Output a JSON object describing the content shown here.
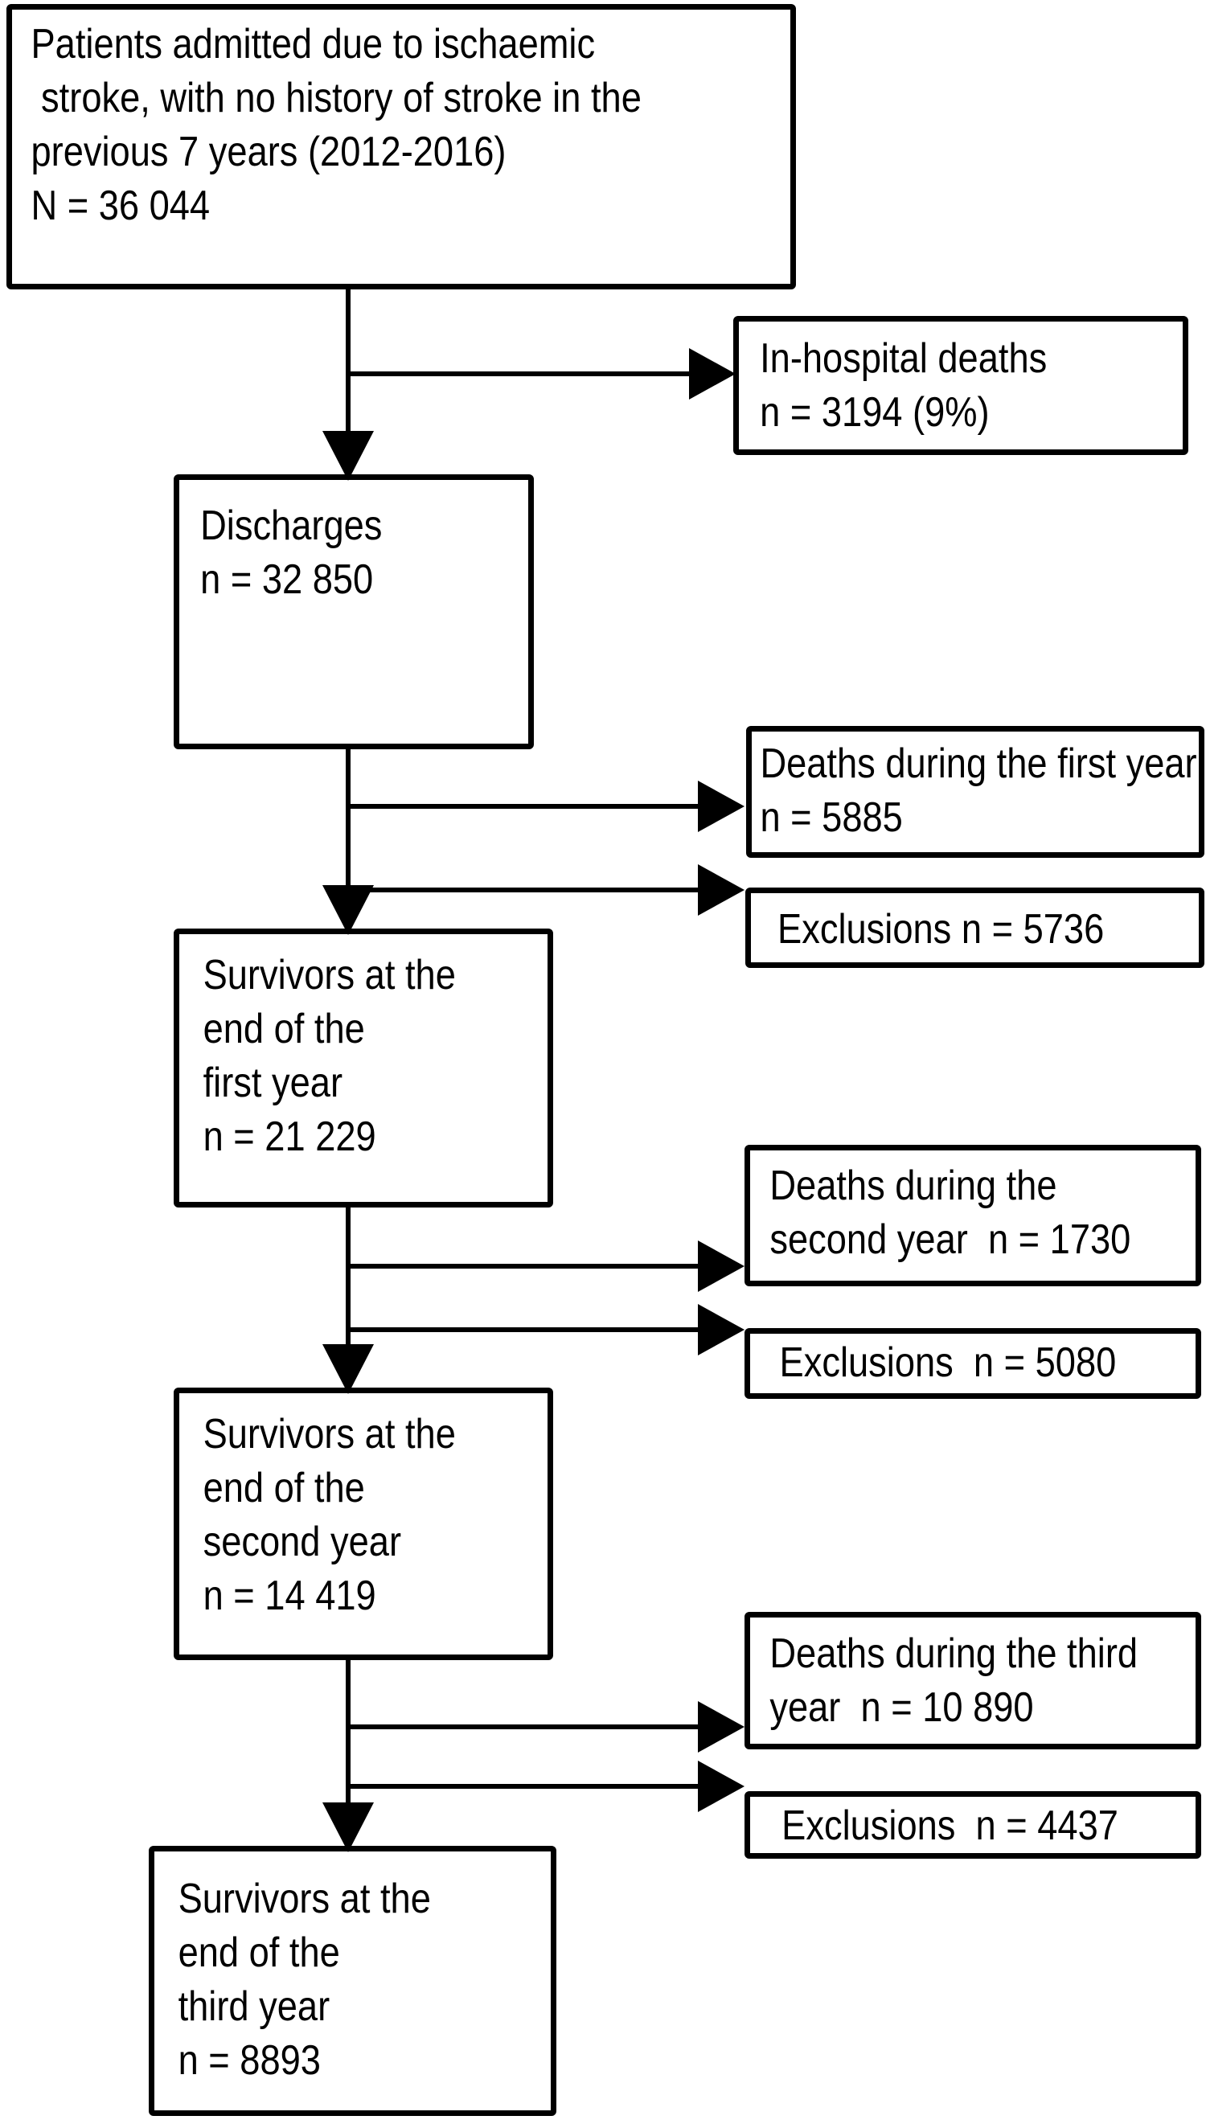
{
  "colors": {
    "background": "#ffffff",
    "line": "#000000",
    "text": "#000000"
  },
  "boxes": {
    "admitted": {
      "lines": [
        "Patients admitted due to ischaemic",
        " stroke, with no history of stroke in the",
        "previous 7 years (2012-2016)",
        "N = 36 044"
      ]
    },
    "in_hospital_deaths": {
      "lines": [
        "In-hospital deaths",
        "n = 3194 (9%)"
      ]
    },
    "discharges": {
      "lines": [
        "Discharges",
        "n = 32 850"
      ]
    },
    "deaths_year1": {
      "lines": [
        "Deaths during the first year",
        "n = 5885"
      ]
    },
    "exclusions_year1": {
      "lines": [
        "Exclusions n = 5736"
      ]
    },
    "survivors_year1": {
      "lines": [
        "Survivors at the",
        "end of the",
        "first year",
        "n = 21 229"
      ]
    },
    "deaths_year2": {
      "lines": [
        "Deaths during the",
        "second year  n = 1730"
      ]
    },
    "exclusions_year2": {
      "lines": [
        "Exclusions  n = 5080"
      ]
    },
    "survivors_year2": {
      "lines": [
        "Survivors at the",
        "end of the",
        "second year",
        "n = 14 419"
      ]
    },
    "deaths_year3": {
      "lines": [
        "Deaths during the third",
        "year  n = 10 890"
      ]
    },
    "exclusions_year3": {
      "lines": [
        "Exclusions  n = 4437"
      ]
    },
    "survivors_year3": {
      "lines": [
        "Survivors at the",
        "end of the",
        "third year",
        "n = 8893"
      ]
    }
  }
}
